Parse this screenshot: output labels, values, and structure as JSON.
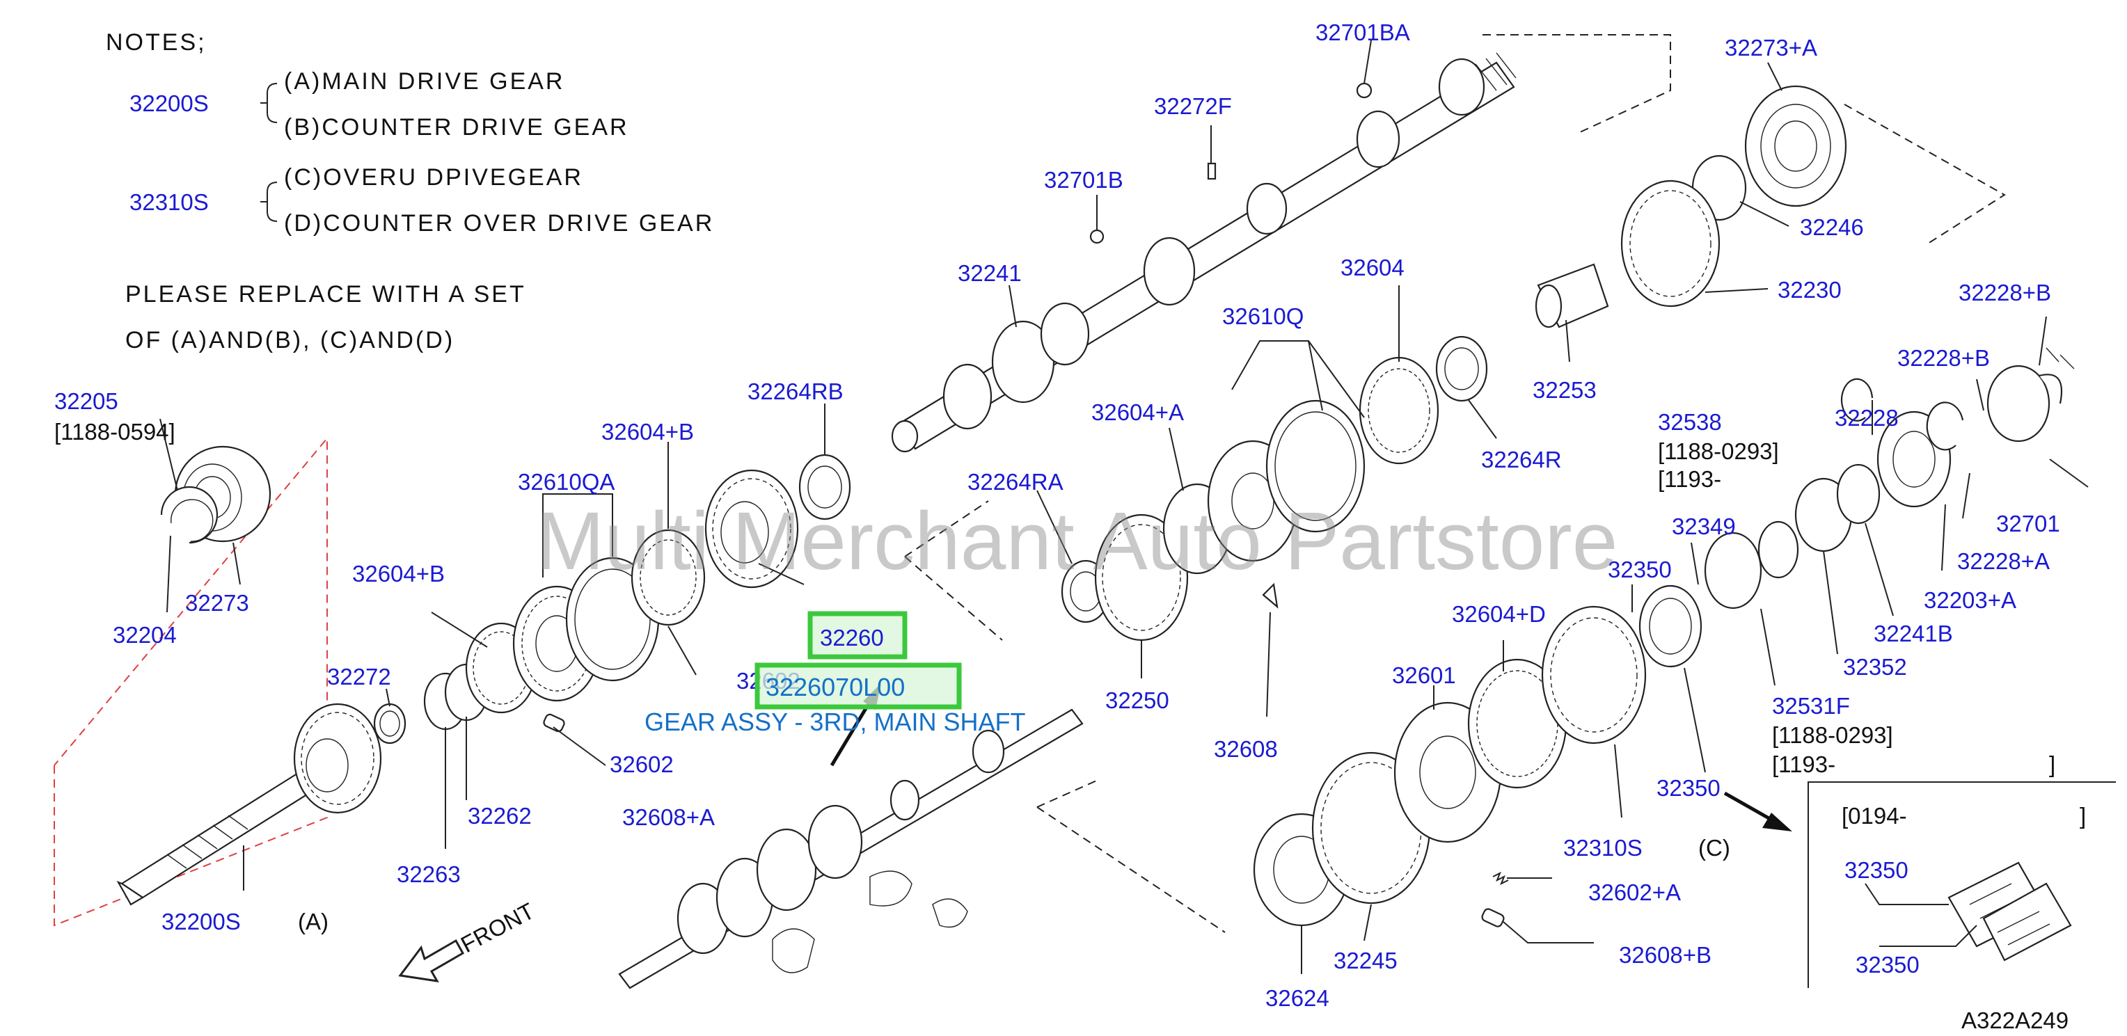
{
  "notes": {
    "title": "NOTES;",
    "group1": {
      "code": "32200S",
      "a": "(A)MAIN  DRIVE  GEAR",
      "b": "(B)COUNTER  DRIVE  GEAR"
    },
    "group2": {
      "code": "32310S",
      "c": "(C)OVERU  DPIVEGEAR",
      "d": "(D)COUNTER  OVER  DRIVE  GEAR"
    },
    "instr1": "PLEASE  REPLACE  WITH  A  SET",
    "instr2": "OF  (A)AND(B),  (C)AND(D)"
  },
  "watermark": "Multi Merchant Auto Partstore",
  "highlight": {
    "part": "32260",
    "number": "3226070L00",
    "description": "GEAR ASSY - 3RD, MAIN SHAFT"
  },
  "labels": {
    "p32205": "32205",
    "p32205_range": "[1188-0594]",
    "p32273": "32273",
    "p32204": "32204",
    "p32604B_top": "32604+B",
    "p32610QA": "32610QA",
    "p32264RB": "32264RB",
    "p32604B_left": "32604+B",
    "p32272": "32272",
    "p32602_hidden": "32602",
    "p32602": "32602",
    "p32608A": "32608+A",
    "p32262": "32262",
    "p32263": "32263",
    "p32200S": "32200S",
    "letterA": "(A)",
    "front": "FRONT",
    "p32701BA": "32701BA",
    "p32272F": "32272F",
    "p32701B": "32701B",
    "p32241": "32241",
    "p32273A": "32273+A",
    "p32246": "32246",
    "p32230": "32230",
    "p32253": "32253",
    "p32604": "32604",
    "p32610Q": "32610Q",
    "p32604A": "32604+A",
    "p32264R": "32264R",
    "p32264RA": "32264RA",
    "p32250": "32250",
    "p32608": "32608",
    "p32228B_1": "32228+B",
    "p32228B_2": "32228+B",
    "p32228": "32228",
    "p32538": "32538",
    "p32538_r1": "[1188-0293]",
    "p32538_r2": "[1193-",
    "p32349": "32349",
    "p32350_a": "32350",
    "p32701": "32701",
    "p32228A": "32228+A",
    "p32203A": "32203+A",
    "p32241B": "32241B",
    "p32352": "32352",
    "p32604D": "32604+D",
    "p32601": "32601",
    "p32531F": "32531F",
    "p32531F_r1": "[1188-0293]",
    "p32531F_r2": "[1193-",
    "p32531F_r2_end": "]",
    "p32350_b": "32350",
    "p32310S": "32310S",
    "letterC": "(C)",
    "p32602A": "32602+A",
    "p32608B": "32608+B",
    "p32245": "32245",
    "p32624": "32624",
    "inset_range": "[0194-",
    "inset_range_end": "]",
    "inset_p1": "32350",
    "inset_p2": "32350",
    "diagram_code": "A322A249"
  },
  "colors": {
    "part_number": "#1a1ad2",
    "highlight_box": "#3cc83c",
    "highlight_fill": "#d8f6d8",
    "highlight_text": "#1470c8",
    "red_dash": "#e04040"
  },
  "icons": [
    "front-arrow-icon",
    "pointer-arrow-icon",
    "inset-arrow-icon"
  ]
}
